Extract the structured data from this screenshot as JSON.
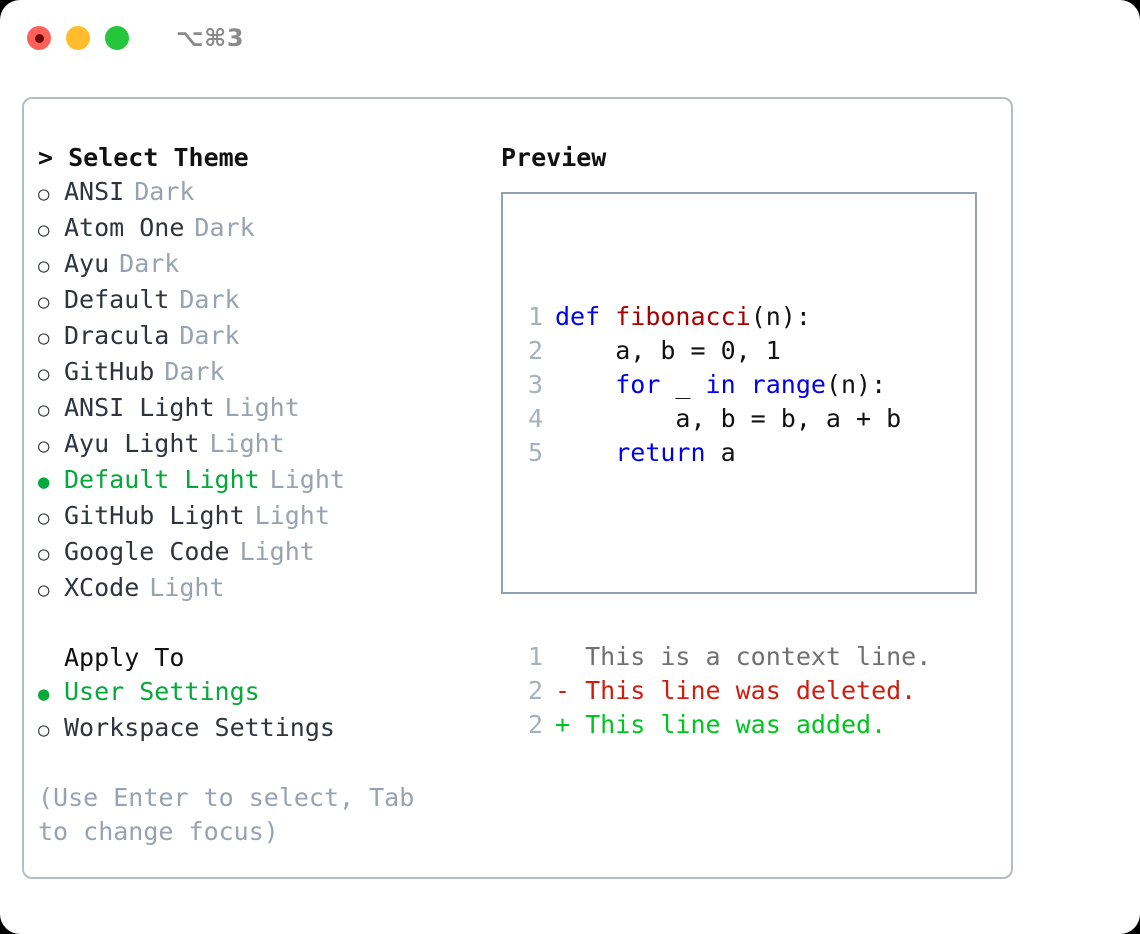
{
  "titlebar": {
    "shortcut": "⌥⌘3",
    "buttons": [
      {
        "name": "close",
        "color": "#ff6159"
      },
      {
        "name": "minimize",
        "color": "#ffbd2e"
      },
      {
        "name": "maximize",
        "color": "#25c63b"
      }
    ]
  },
  "colors": {
    "selected_green": "#05a83a",
    "tag_gray": "#97a3b2",
    "border": "#b3bdc9",
    "preview_border": "#93a1af",
    "keyword_blue": "#0000e6",
    "function_red": "#a60000",
    "diff_deleted": "#cc1f11",
    "diff_added": "#00c41f",
    "text": "#2f3440"
  },
  "theme_selector": {
    "header": "> Select Theme",
    "caret": ">",
    "header_label": "Select Theme",
    "bullet_unselected": "○",
    "bullet_selected": "●",
    "items": [
      {
        "label": "ANSI",
        "tag": "Dark",
        "selected": false
      },
      {
        "label": "Atom One",
        "tag": "Dark",
        "selected": false
      },
      {
        "label": "Ayu",
        "tag": "Dark",
        "selected": false
      },
      {
        "label": "Default",
        "tag": "Dark",
        "selected": false
      },
      {
        "label": "Dracula",
        "tag": "Dark",
        "selected": false
      },
      {
        "label": "GitHub",
        "tag": "Dark",
        "selected": false
      },
      {
        "label": "ANSI Light",
        "tag": "Light",
        "selected": false
      },
      {
        "label": "Ayu Light",
        "tag": "Light",
        "selected": false
      },
      {
        "label": "Default Light",
        "tag": "Light",
        "selected": true
      },
      {
        "label": "GitHub Light",
        "tag": "Light",
        "selected": false
      },
      {
        "label": "Google Code",
        "tag": "Light",
        "selected": false
      },
      {
        "label": "XCode",
        "tag": "Light",
        "selected": false
      }
    ]
  },
  "apply_to": {
    "header": "Apply To",
    "items": [
      {
        "label": "User Settings",
        "selected": true
      },
      {
        "label": "Workspace Settings",
        "selected": false
      }
    ]
  },
  "hint": "(Use Enter to select, Tab to change focus)",
  "preview": {
    "title": "Preview",
    "code_lines": [
      {
        "no": "1",
        "tokens": [
          {
            "t": "def ",
            "c": "kw"
          },
          {
            "t": "fibonacci",
            "c": "fn"
          },
          {
            "t": "(n):",
            "c": "txt"
          }
        ]
      },
      {
        "no": "2",
        "tokens": [
          {
            "t": "    a, b = 0, 1",
            "c": "txt"
          }
        ]
      },
      {
        "no": "3",
        "tokens": [
          {
            "t": "    ",
            "c": "txt"
          },
          {
            "t": "for",
            "c": "kw"
          },
          {
            "t": " _ ",
            "c": "txt"
          },
          {
            "t": "in range",
            "c": "kw"
          },
          {
            "t": "(n):",
            "c": "txt"
          }
        ]
      },
      {
        "no": "4",
        "tokens": [
          {
            "t": "        a, b = b, a + b",
            "c": "txt"
          }
        ]
      },
      {
        "no": "5",
        "tokens": [
          {
            "t": "    ",
            "c": "txt"
          },
          {
            "t": "return",
            "c": "kw"
          },
          {
            "t": " a",
            "c": "txt"
          }
        ]
      }
    ],
    "diff_lines": [
      {
        "no": "1",
        "text": "  This is a context line.",
        "kind": "ctx"
      },
      {
        "no": "2",
        "text": "- This line was deleted.",
        "kind": "del"
      },
      {
        "no": "2",
        "text": "+ This line was added.",
        "kind": "add"
      }
    ]
  }
}
